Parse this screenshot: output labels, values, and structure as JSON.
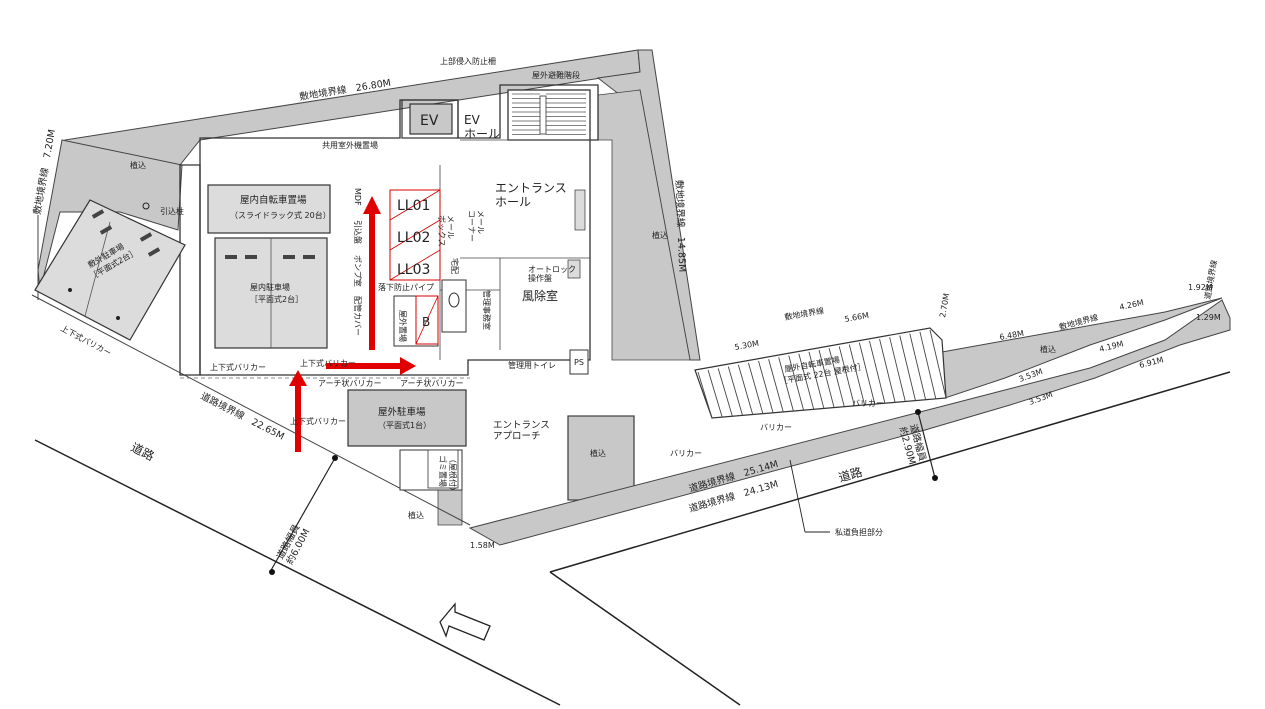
{
  "site": {
    "boundary_top": "敷地境界線　26.80M",
    "boundary_left": "敷地境界線　7.20M",
    "boundary_right": "敷地境界線　14.85M",
    "road_boundary_left": "道路境界線　22.65M",
    "road_boundary_bottom_a": "道路境界線　25.14M",
    "road_boundary_bottom_b": "道路境界線　24.13M",
    "road_width_left": "道路幅員\n約6.00M",
    "road_width_right": "道路幅員\n約2.90M",
    "road_left": "道路",
    "road_right": "道路",
    "private_burden": "私道負担部分",
    "dim_158": "1.58M"
  },
  "rooms": {
    "ev": "EV",
    "ev_hall": "EV\nホール",
    "entrance_hall": "エントランス\nホール",
    "windbreak": "風除室",
    "entrance_approach": "エントランス\nアプローチ",
    "indoor_bike_title": "屋内自転車置場",
    "indoor_bike_detail": "（スライドラック式 20台）",
    "indoor_parking_title": "屋内駐車場",
    "indoor_parking_detail": "［平面式2台］",
    "outdoor_parking_title": "敷外駐車場",
    "outdoor_parking_detail": "［平面式2台］",
    "outdoor_parking_front_title": "屋外駐車場",
    "outdoor_parking_front_detail": "（平面式1台）",
    "outdoor_bike_title": "屋外自転車置場",
    "outdoor_bike_detail": "［平面式 22台 屋根付］",
    "garbage": "ゴミ置場",
    "garbage_roof": "（屋根付）",
    "mailbox": "メール\nコーナー",
    "mail_box_unit": "メール\nボックス",
    "delivery_box": "宅配",
    "autolock_panel": "オートロック\n操作盤",
    "manager_room": "管理事務室",
    "manager_toilet": "管理用トイレ",
    "outdoor_stairs": "屋外避難階段",
    "upper_intrusion": "上部侵入防止柵",
    "shared_outdoor_unit": "共用室外機置場",
    "ps": "PS",
    "mdf": "MDF",
    "pump": "ポンプ室",
    "intake": "引込盤",
    "pipe_cover": "配管カバー",
    "fall_guard": "落下防止パイプ",
    "bike_storage": "屋外置場",
    "b_label": "B"
  },
  "annotations": {
    "planting_1": "植込",
    "planting_2": "植込",
    "planting_3": "植込",
    "planting_4": "植込",
    "planting_5": "植込",
    "lead_in_pole": "引込柱",
    "updown_barricade_1": "上下式バリカー",
    "updown_barricade_2": "上下式バリカー",
    "updown_barricade_3": "上下式バリカー",
    "updown_barricade_4": "上下式バリカー",
    "arch_barricade_1": "アーチ状バリカー",
    "arch_barricade_2": "アーチ状バリカー",
    "barricade_1": "バリカー",
    "barricade_2": "バリカー",
    "barricade_3": "バリカー",
    "boundary_road_mid": "敷地境界線",
    "boundary_road_far": "敷地境界線",
    "dim_530": "5.30M",
    "dim_566": "5.66M",
    "dim_270": "2.70M",
    "dim_648": "6.48M",
    "dim_426": "4.26M",
    "dim_192": "1.92M",
    "dim_129": "1.29M",
    "dim_419": "4.19M",
    "dim_691": "6.91M",
    "dim_353a": "3.53M",
    "dim_353b": "3.53M",
    "road_boundary_far": "道路境界線"
  },
  "units": {
    "ll01": "LL01",
    "ll02": "LL02",
    "ll03": "LL03"
  },
  "colors": {
    "hatch_gray": "#c8c8c8",
    "arrow_red": "#e00000",
    "outline_red": "#d40000",
    "wall": "#333333"
  }
}
